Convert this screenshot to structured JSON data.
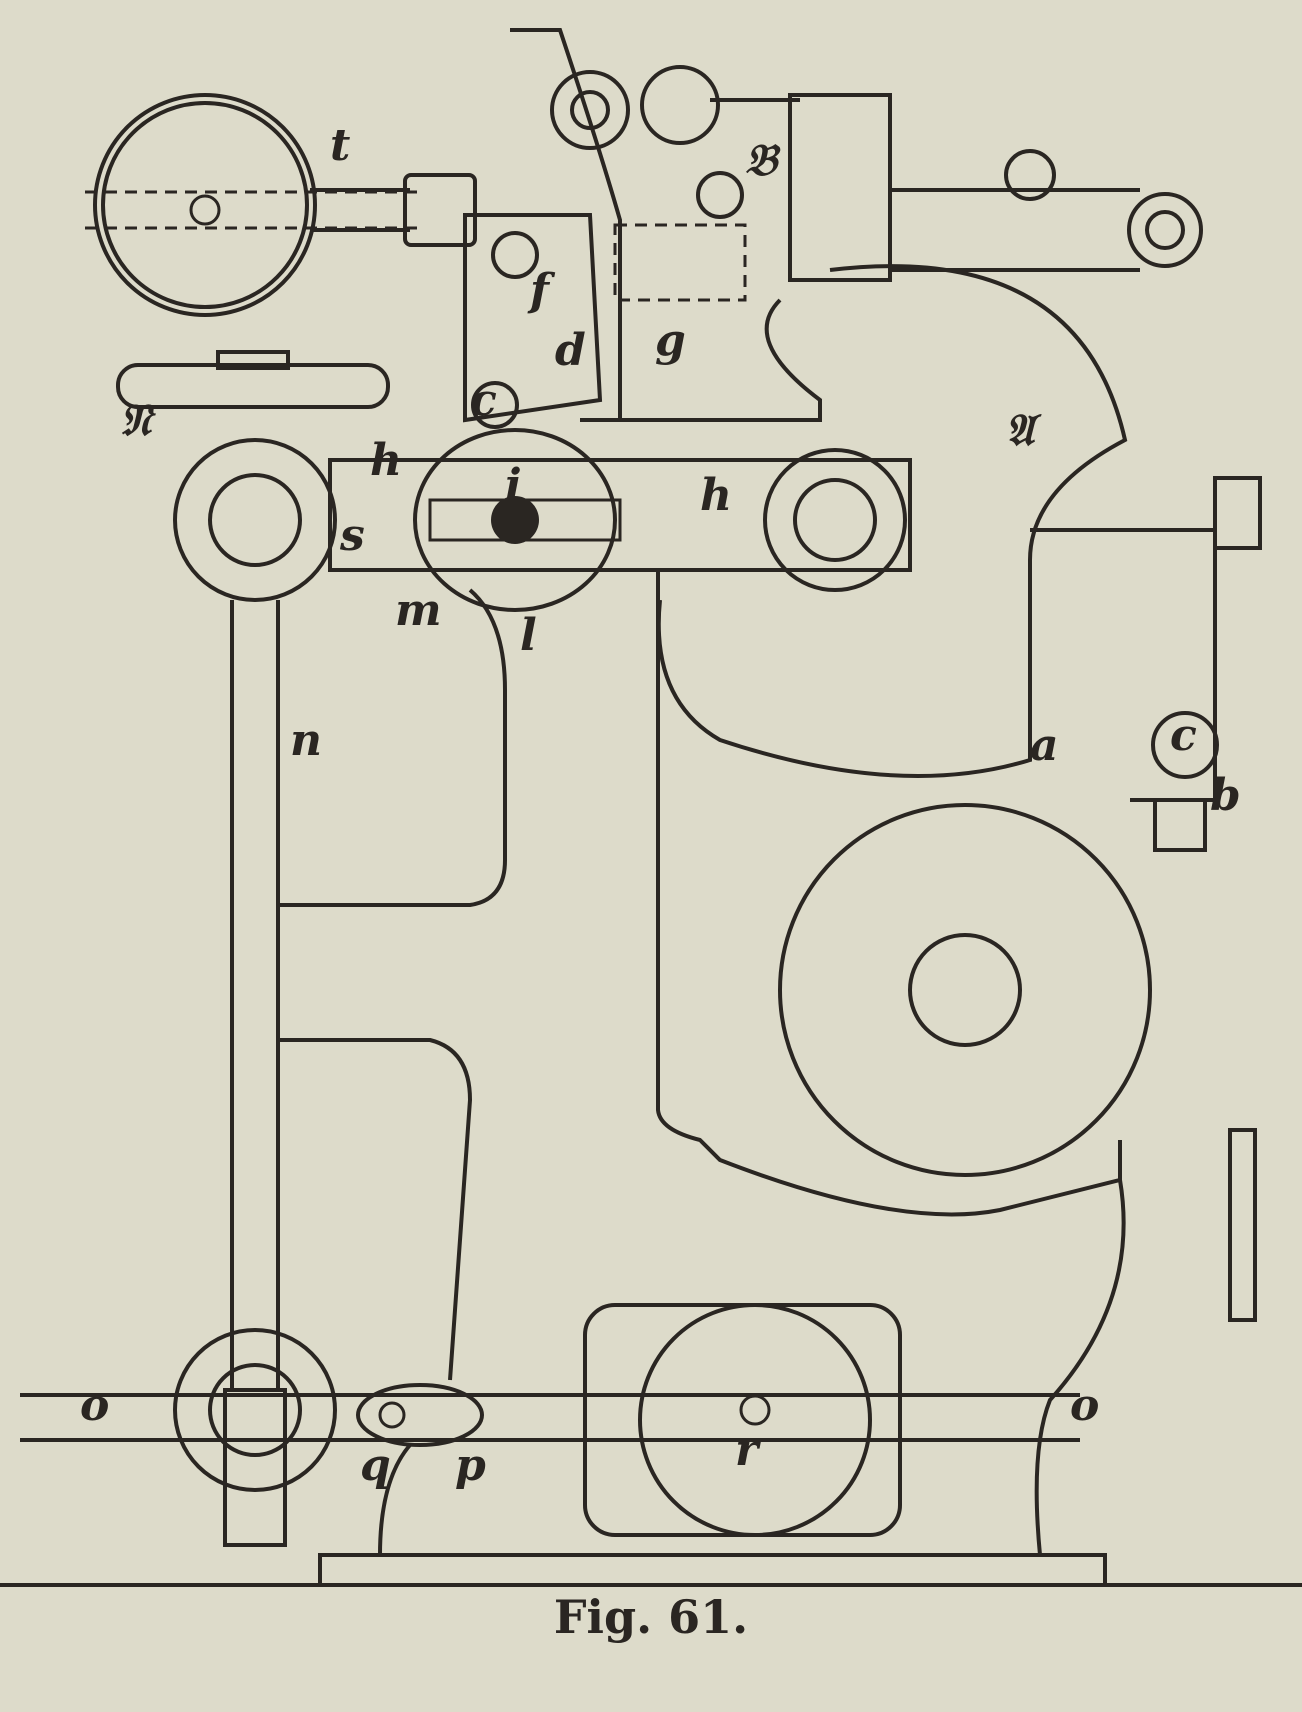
{
  "figure": {
    "caption": "Fig. 61.",
    "labels": {
      "t": "t",
      "N": "𝔑",
      "h1": "h",
      "h2": "h",
      "i": "i",
      "s": "s",
      "m": "m",
      "l": "l",
      "f": "f",
      "d": "d",
      "g": "g",
      "B": "𝔅",
      "A": "𝔄",
      "a": "a",
      "c1": "c",
      "c2": "c",
      "b": "b",
      "n": "n",
      "o1": "o",
      "o2": "o",
      "q": "q",
      "p": "p",
      "r": "r"
    }
  }
}
